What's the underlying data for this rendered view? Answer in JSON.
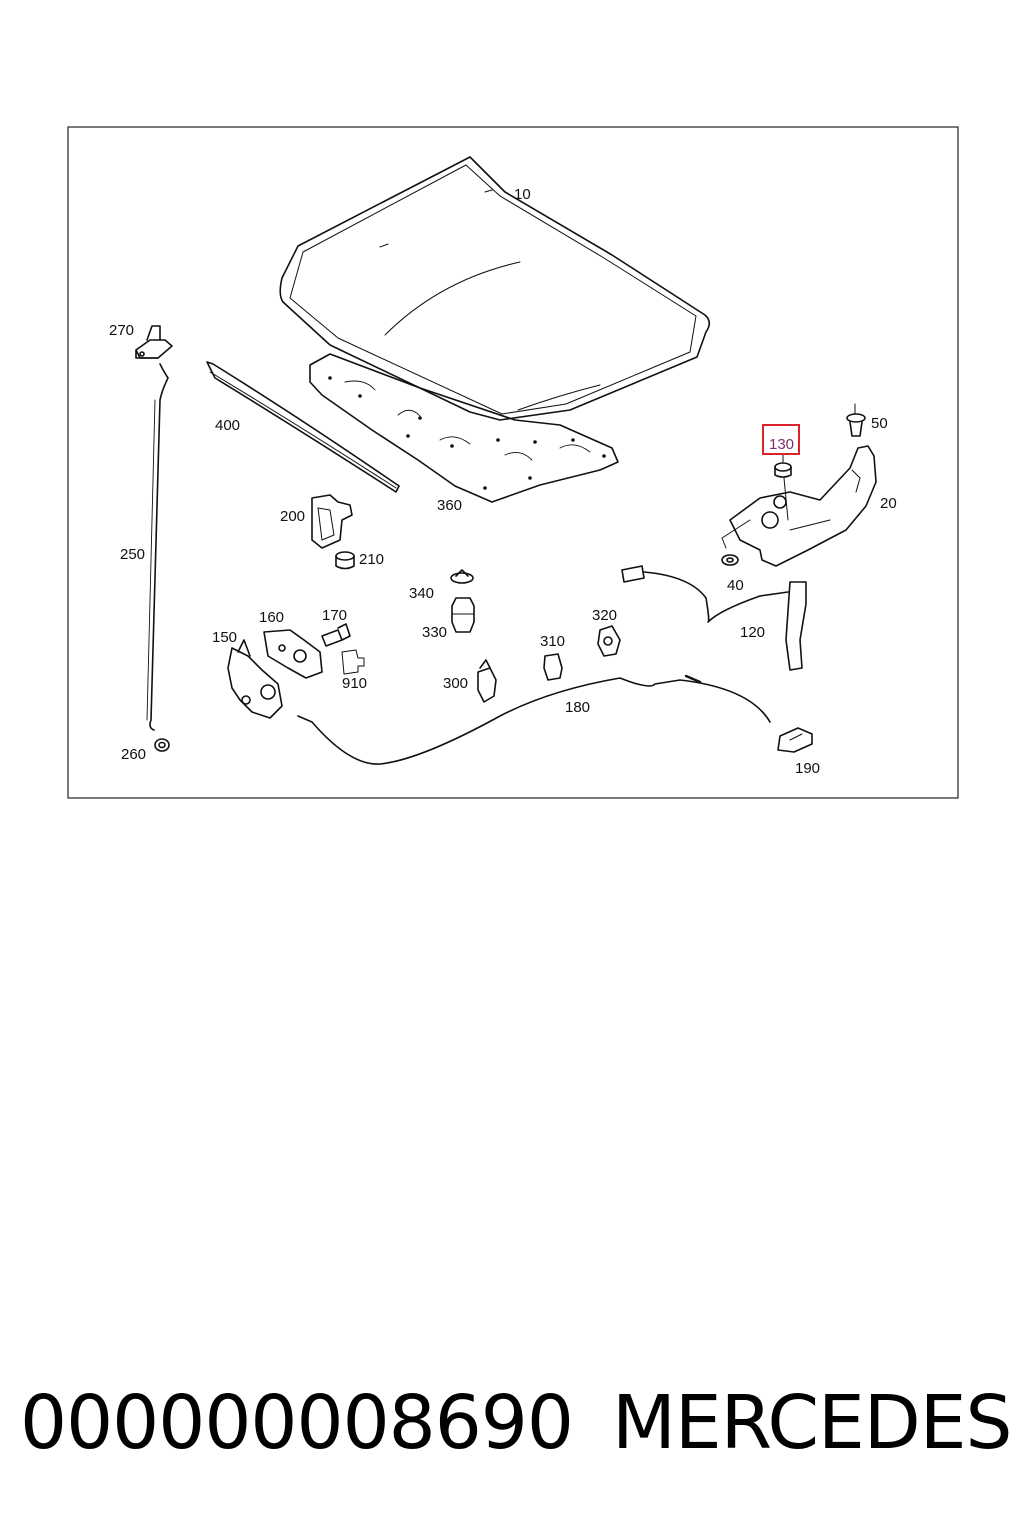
{
  "diagram": {
    "highlight_color": "#d9232d",
    "highlighted_callout": "130",
    "callouts": {
      "c10": "10",
      "c20": "20",
      "c40": "40",
      "c50": "50",
      "c120": "120",
      "c130": "130",
      "c150": "150",
      "c160": "160",
      "c170": "170",
      "c180": "180",
      "c190": "190",
      "c200": "200",
      "c210": "210",
      "c250": "250",
      "c260": "260",
      "c270": "270",
      "c300": "300",
      "c310": "310",
      "c320": "320",
      "c330": "330",
      "c340": "340",
      "c360": "360",
      "c400": "400",
      "c910": "910"
    }
  },
  "footer": {
    "part_number": "000000008690",
    "brand": "MERCEDES"
  }
}
